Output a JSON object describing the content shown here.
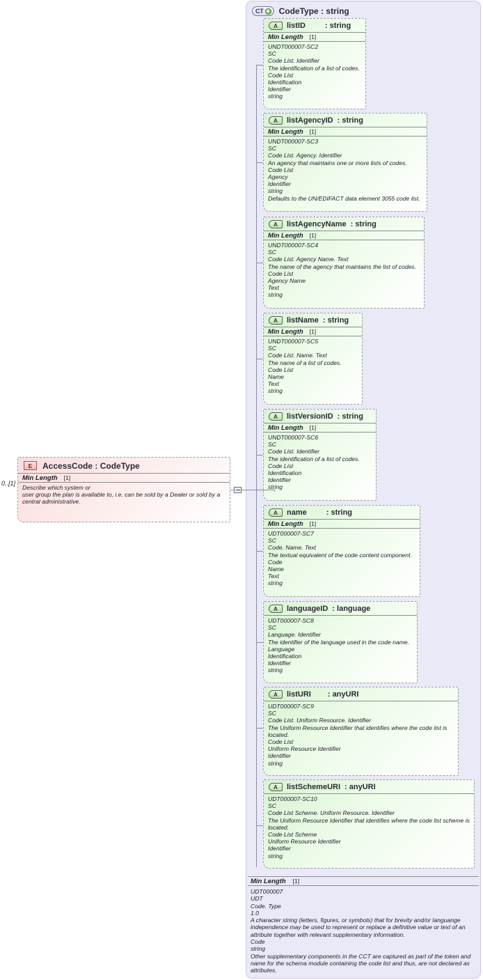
{
  "diagram": {
    "title": "XSD schema diagram",
    "occurrence_label": "0..[1]",
    "icons": {
      "complex_type": "complex-type-expand-icon",
      "attribute": "attribute-icon",
      "element": "element-icon",
      "collapse": "collapse-minus-icon"
    },
    "badges": {
      "complex_type": "CT",
      "attribute": "A",
      "element": "E"
    },
    "facet_label": "Min Length",
    "facet_cardinality": "[1]"
  },
  "element_box": {
    "name": "AccessCode : CodeType",
    "facet_label": "Min Length",
    "facet_card": "[1]",
    "doc_lines": [
      "Describe which system or",
      "user group the plan is available to, i.e. can be sold by a Dealer or sold by a",
      "central administrative."
    ]
  },
  "complex_type": {
    "title": "CodeType : string"
  },
  "attributes": [
    {
      "name": "listID",
      "type": ": string",
      "has_facet": true,
      "facet_label": "Min Length",
      "facet_card": "[1]",
      "doc_lines": [
        "UNDT000007-SC2",
        "SC",
        "Code List. Identifier",
        "The identification of a list of codes.",
        "Code List",
        "Identification",
        "Identifier",
        "string"
      ]
    },
    {
      "name": "listAgencyID",
      "type": ": string",
      "has_facet": true,
      "facet_label": "Min Length",
      "facet_card": "[1]",
      "doc_lines": [
        "UNDT000007-SC3",
        "SC",
        "Code List. Agency. Identifier",
        "An agency that maintains one or more lists of codes.",
        "Code List",
        "Agency",
        "Identifier",
        "string",
        "Defaults to the UN/EDIFACT data element 3055 code list."
      ]
    },
    {
      "name": "listAgencyName",
      "type": ": string",
      "has_facet": true,
      "facet_label": "Min Length",
      "facet_card": "[1]",
      "doc_lines": [
        "UNDT000007-SC4",
        "SC",
        "Code List. Agency Name. Text",
        "The name of the agency that maintains the list of codes.",
        "Code List",
        "Agency Name",
        "Text",
        "string"
      ]
    },
    {
      "name": "listName",
      "type": ": string",
      "has_facet": true,
      "facet_label": "Min Length",
      "facet_card": "[1]",
      "doc_lines": [
        "UNDT000007-SC5",
        "SC",
        "Code List. Name. Text",
        "The name of a list of codes.",
        "Code List",
        "Name",
        "Text",
        "string"
      ]
    },
    {
      "name": "listVersionID",
      "type": ": string",
      "has_facet": true,
      "facet_label": "Min Length",
      "facet_card": "[1]",
      "doc_lines": [
        "UNDT000007-SC6",
        "SC",
        "Code List. Identifier",
        "The identification of a list of codes.",
        "Code List",
        "Identification",
        "Identifier",
        "string"
      ]
    },
    {
      "name": "name",
      "type": ": string",
      "has_facet": true,
      "facet_label": "Min Length",
      "facet_card": "[1]",
      "doc_lines": [
        "UDT000007-SC7",
        "SC",
        "Code. Name. Text",
        "The textual equivalent of the code content component.",
        "Code",
        "Name",
        "Text",
        "string"
      ]
    },
    {
      "name": "languageID",
      "type": ": language",
      "has_facet": false,
      "facet_label": "",
      "facet_card": "",
      "doc_lines": [
        "UDT000007-SC8",
        "SC",
        "Language. Identifier",
        "The identifier of the language used in the code name.",
        "Language",
        "Identification",
        "Identifier",
        "string"
      ]
    },
    {
      "name": "listURI",
      "type": ": anyURI",
      "has_facet": false,
      "facet_label": "",
      "facet_card": "",
      "doc_lines": [
        "UDT000007-SC9",
        "SC",
        "Code List. Uniform Resource. Identifier",
        "The Uniform Resource Identifier that identifies where the code list is located.",
        "Code List",
        "Uniform Resource Identifier",
        "Identifier",
        "string"
      ]
    },
    {
      "name": "listSchemeURI",
      "type": ": anyURI",
      "has_facet": false,
      "facet_label": "",
      "facet_card": "",
      "doc_lines": [
        "UDT000007-SC10",
        "SC",
        "Code List Scheme. Uniform Resource. Identifier",
        "The Uniform Resource Identifier that identifies where the code list scheme is located.",
        "Code List Scheme",
        "Uniform Resource Identifier",
        "Identifier",
        "string"
      ]
    }
  ],
  "base_type": {
    "facet_label": "Min Length",
    "facet_card": "[1]",
    "doc_lines": [
      "UDT000007",
      "UDT",
      "Code. Type",
      "1.0",
      "A character string (letters, figures, or symbols) that for brevity and/or languange independence may be used to represent or replace a definitive value or text of an attribute together with relevant supplementary information.",
      "Code",
      "string",
      "Other supplementary components in the CCT are captured as part of the token and name for the schema module containing the code list and thus, are not declared as attributes."
    ]
  },
  "colors": {
    "panel_bg": "#e9e9f8",
    "attribute_green": "#d8f3d2",
    "element_pink": "#fadedd",
    "connector": "#8a8aa5",
    "border_dashed": "#9e9e9e"
  }
}
